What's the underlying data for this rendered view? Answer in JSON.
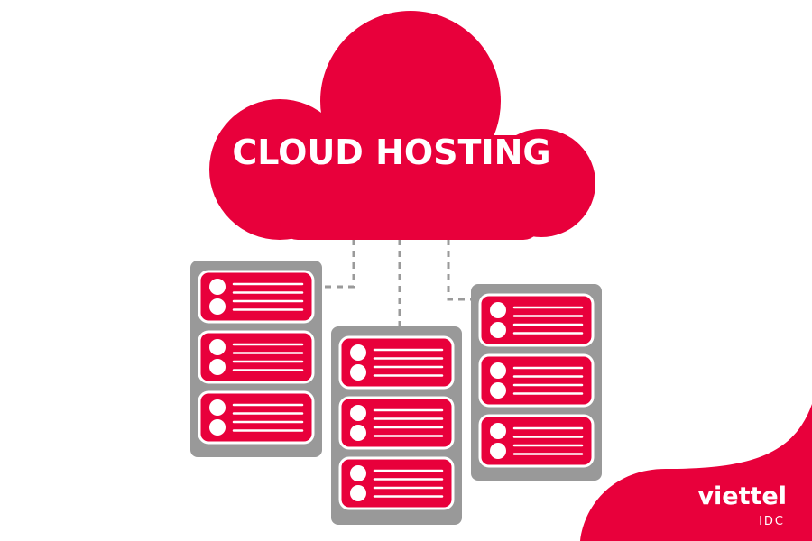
{
  "cloud": {
    "label": "CLOUD HOSTING"
  },
  "brand": {
    "name": "viettel",
    "sub": "IDC"
  },
  "colors": {
    "primary_red": "#e8003b",
    "server_gray": "#999999",
    "line_gray": "#9a9a9a",
    "background": "#ffffff"
  },
  "racks": [
    {
      "name": "server-rack-left",
      "unit_count": 3
    },
    {
      "name": "server-rack-center",
      "unit_count": 3
    },
    {
      "name": "server-rack-right",
      "unit_count": 3
    }
  ]
}
